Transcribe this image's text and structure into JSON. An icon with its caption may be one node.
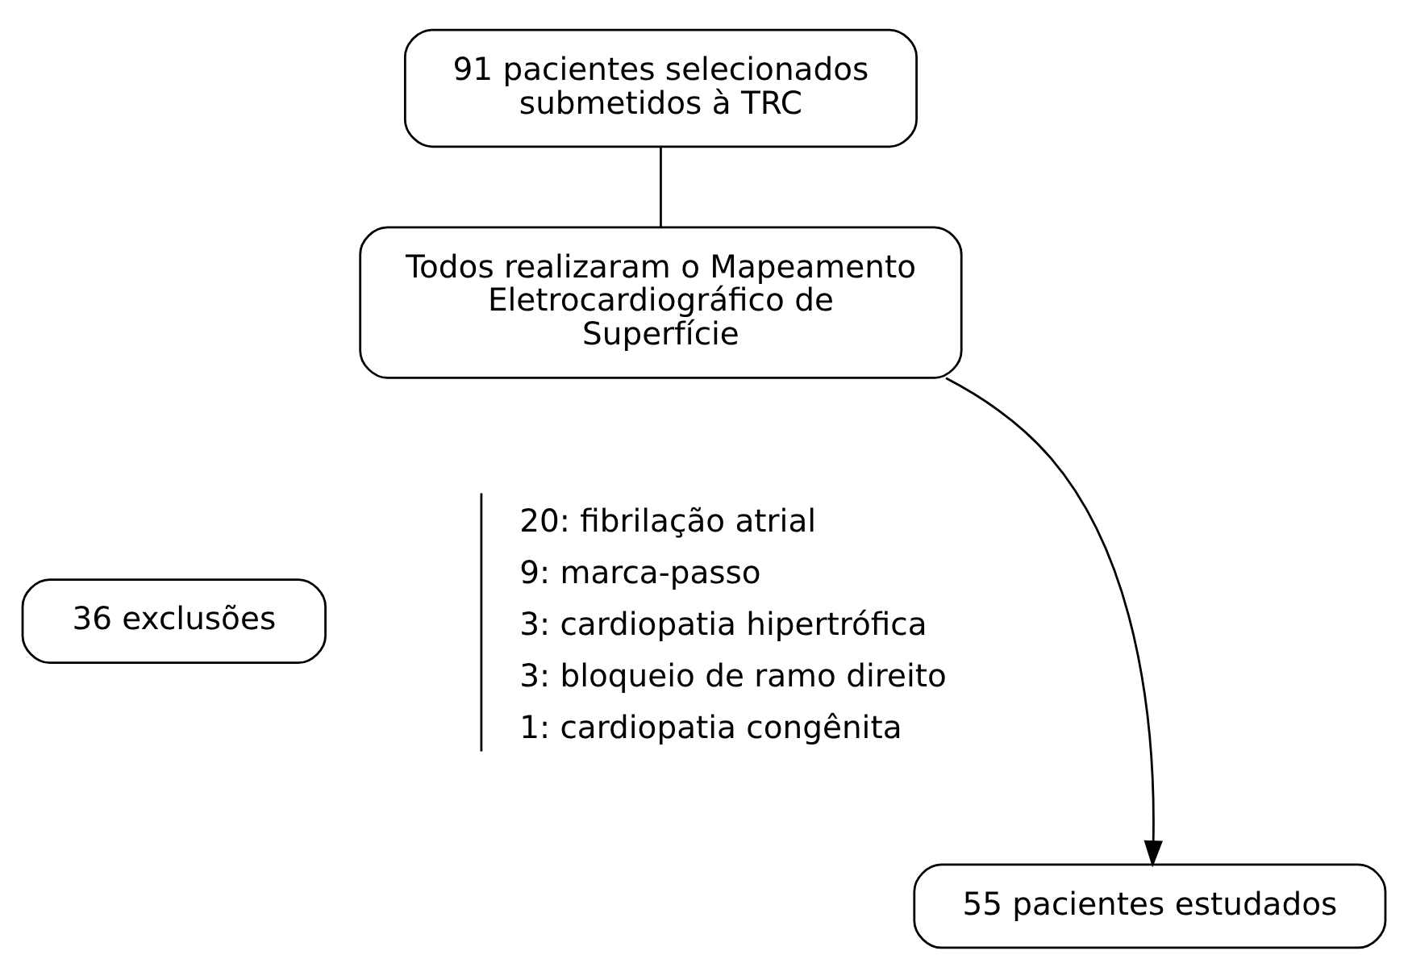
{
  "diagram": {
    "nodes": [
      {
        "text": [
          "91 pacientes selecionados submetidos à TRC"
        ]
      },
      {
        "text": [
          "Todos realizaram o Mapeamento Eletrocardiográfico de Superfície"
        ]
      },
      {
        "text": [
          "36 exclusões"
        ]
      },
      {
        "text": [
          "55 pacientes estudados"
        ]
      }
    ],
    "edges": [
      {
        "from": 0,
        "to": 1,
        "arrow": "none"
      },
      {
        "from": 1,
        "to": 3,
        "arrow": "to"
      }
    ],
    "labels": [
      "20: fibrilação atrial",
      "9: marca-passo",
      "3: cardiopatia hipertrófica",
      "3: bloqueio de ramo direito",
      "1: cardiopatia congênita"
    ]
  }
}
